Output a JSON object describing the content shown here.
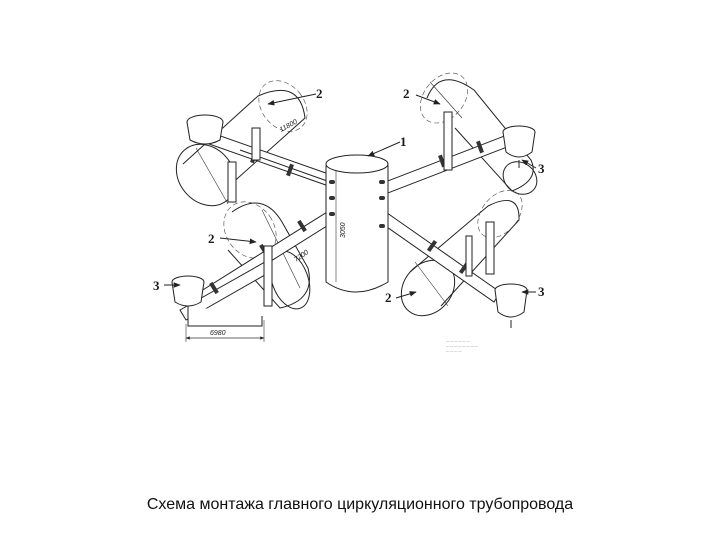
{
  "caption": "Схема монтажа главного циркуляционного трубопровода",
  "callouts": {
    "reactor": "1",
    "pump": "2",
    "steam_generator": "3"
  },
  "dimensions": {
    "d1": "11800",
    "d2": "7200",
    "d3": "6980",
    "d4": "3050"
  },
  "note_lines": [
    "— — — — — —",
    "— — — — — — — —",
    "— — — —"
  ]
}
